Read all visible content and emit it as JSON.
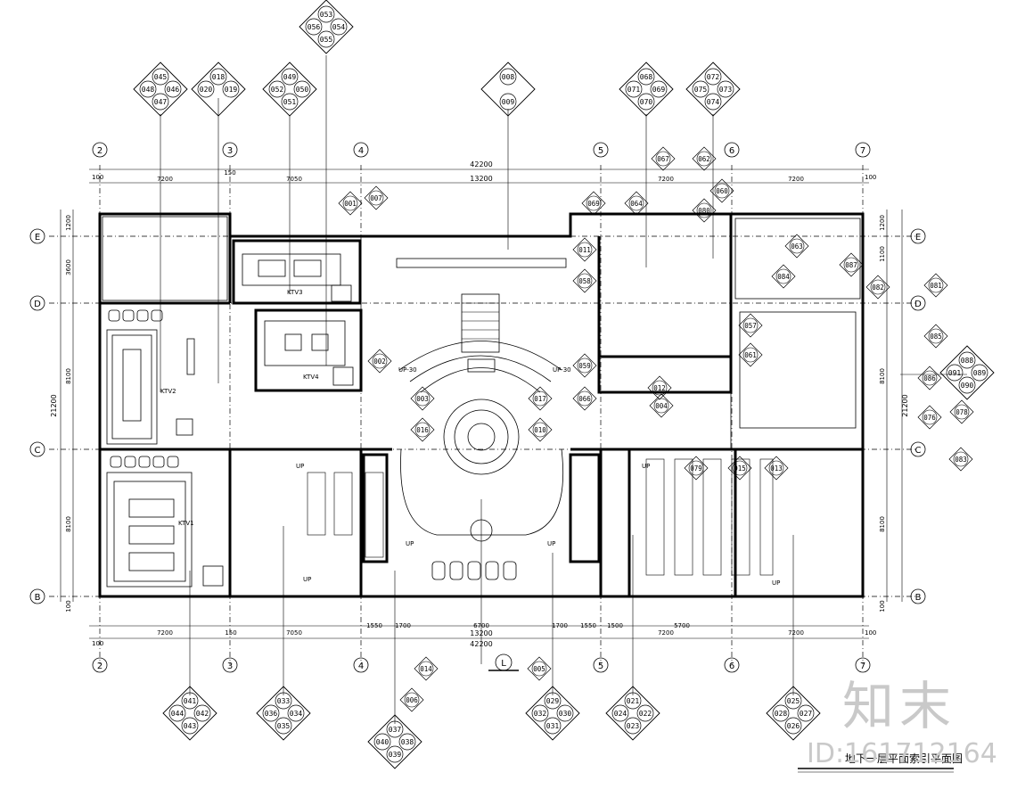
{
  "grid": {
    "columns": [
      "2",
      "3",
      "4",
      "5",
      "6",
      "7"
    ],
    "rows": [
      "E",
      "D",
      "C",
      "B"
    ]
  },
  "dimensions": {
    "top_total": "42200",
    "top_inner": "13200",
    "top_spans": [
      "100",
      "7200",
      "7050",
      "150",
      "7200",
      "7200",
      "100"
    ],
    "bottom_total": "42200",
    "bottom_inner": "13200",
    "bottom_spans": [
      "100",
      "7200",
      "150",
      "7050",
      "1550",
      "1700",
      "6700",
      "1700",
      "1550",
      "1500",
      "5700",
      "7200",
      "7200",
      "100"
    ],
    "left_total": "21200",
    "left_spans": [
      "1200",
      "3600",
      "8100",
      "8100",
      "100"
    ],
    "right_total": "21200",
    "right_spans": [
      "1200",
      "1100",
      "8100",
      "8100",
      "100"
    ]
  },
  "rooms": {
    "ktv1": "KTV1",
    "ktv2": "KTV2",
    "ktv3": "KTV3",
    "ktv4": "KTV4",
    "up_labels": [
      "UP",
      "UP",
      "UP",
      "UP",
      "UP",
      "UP"
    ],
    "stair_up": [
      "UP-30",
      "UP-30"
    ]
  },
  "section_marker": {
    "id": "L"
  },
  "callouts": [
    {
      "top": "045",
      "left": "048",
      "right": "046",
      "bottom": "047"
    },
    {
      "top": "018",
      "left": "020",
      "right": "019",
      "bottom": ""
    },
    {
      "top": "049",
      "left": "052",
      "right": "050",
      "bottom": "051"
    },
    {
      "top": "053",
      "left": "056",
      "right": "054",
      "bottom": "055"
    },
    {
      "top": "008",
      "left": "",
      "right": "",
      "bottom": "009"
    },
    {
      "top": "068",
      "left": "071",
      "right": "069",
      "bottom": "070"
    },
    {
      "top": "072",
      "left": "075",
      "right": "073",
      "bottom": "074"
    },
    {
      "top": "041",
      "left": "044",
      "right": "042",
      "bottom": "043"
    },
    {
      "top": "033",
      "left": "036",
      "right": "034",
      "bottom": "035"
    },
    {
      "top": "037",
      "left": "040",
      "right": "038",
      "bottom": "039"
    },
    {
      "top": "029",
      "left": "032",
      "right": "030",
      "bottom": "031"
    },
    {
      "top": "021",
      "left": "024",
      "right": "022",
      "bottom": "023"
    },
    {
      "top": "025",
      "left": "028",
      "right": "027",
      "bottom": "026"
    },
    {
      "top": "088",
      "left": "091",
      "right": "089",
      "bottom": "090"
    }
  ],
  "small_marks": [
    "001",
    "007",
    "002",
    "003",
    "016",
    "017",
    "010",
    "011",
    "058",
    "059",
    "066",
    "069",
    "064",
    "067",
    "062",
    "060",
    "080",
    "057",
    "061",
    "063",
    "084",
    "087",
    "082",
    "081",
    "085",
    "086",
    "076",
    "078",
    "083",
    "079",
    "015",
    "013",
    "014",
    "006",
    "005",
    "004",
    "012"
  ],
  "title": "地下一层平面索引平面图",
  "watermark": {
    "logo": "知末",
    "id": "ID:161712164"
  }
}
